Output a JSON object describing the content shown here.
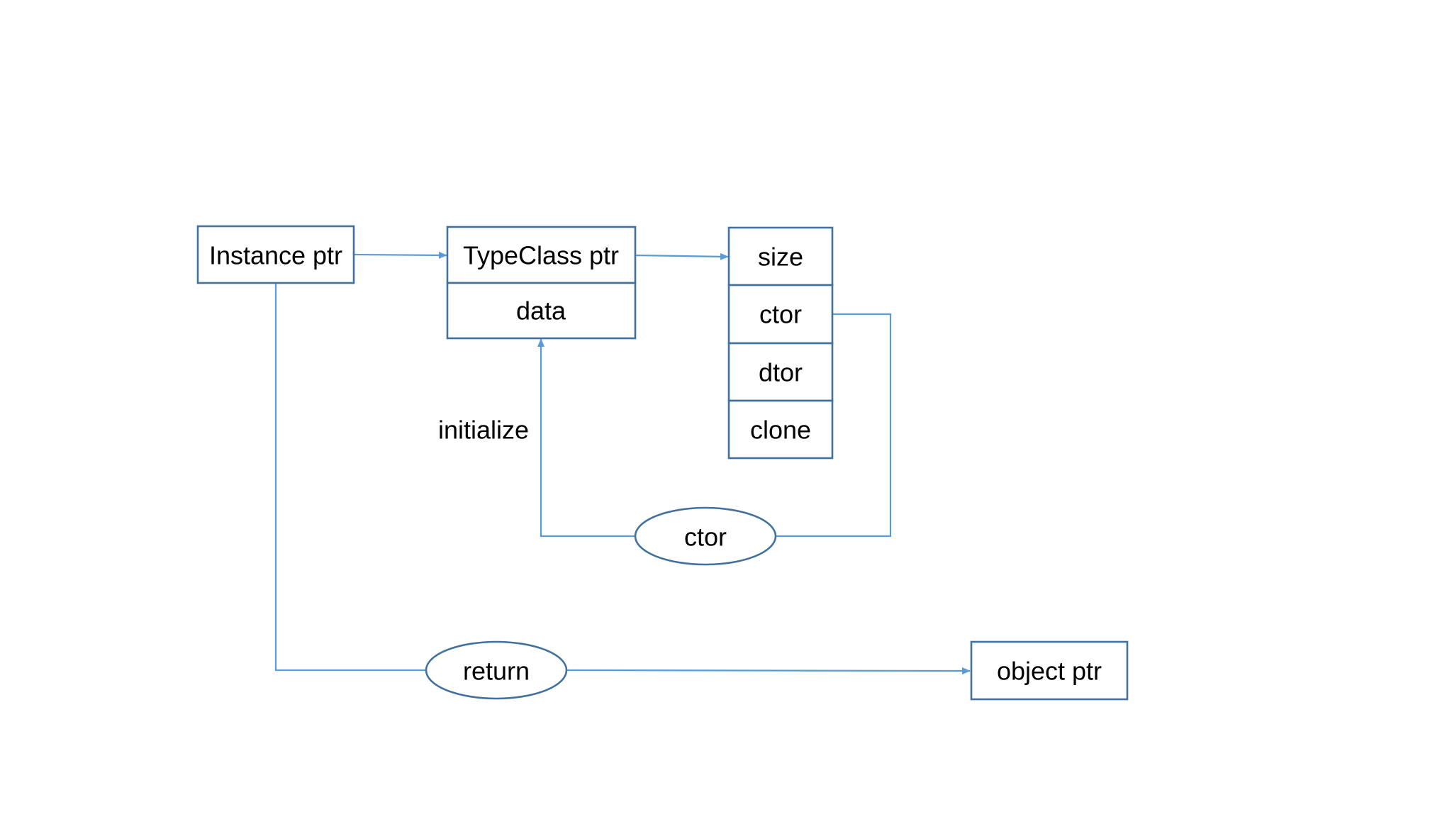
{
  "diagram": {
    "instance_ptr": "Instance ptr",
    "typeclass_ptr": "TypeClass ptr",
    "data": "data",
    "size": "size",
    "ctor_field": "ctor",
    "dtor": "dtor",
    "clone": "clone",
    "initialize": "initialize",
    "ctor_step": "ctor",
    "return_step": "return",
    "object_ptr": "object ptr"
  },
  "colors": {
    "box_stroke": "#41719c",
    "arrow": "#5b9bd5",
    "text": "#000000",
    "background": "#ffffff"
  }
}
